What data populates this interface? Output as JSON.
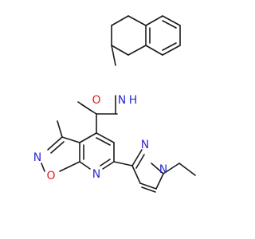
{
  "colors": {
    "bond": "#1a1a1a",
    "carbon": "#1a1a1a",
    "nitrogen": "#2b2bd6",
    "oxygen": "#e0201b",
    "background": "#ffffff"
  },
  "atoms": [
    {
      "id": "O_amide",
      "label": "O",
      "element": "oxygen"
    },
    {
      "id": "N_amide",
      "label": "N",
      "element": "nitrogen"
    },
    {
      "id": "H_amide",
      "label": "H",
      "element": "nitrogen"
    },
    {
      "id": "N_isox",
      "label": "N",
      "element": "nitrogen"
    },
    {
      "id": "O_isox",
      "label": "O",
      "element": "oxygen"
    },
    {
      "id": "N_pyr",
      "label": "N",
      "element": "nitrogen"
    },
    {
      "id": "N_pz2",
      "label": "N",
      "element": "nitrogen"
    },
    {
      "id": "N_pz1",
      "label": "N",
      "element": "nitrogen"
    }
  ]
}
